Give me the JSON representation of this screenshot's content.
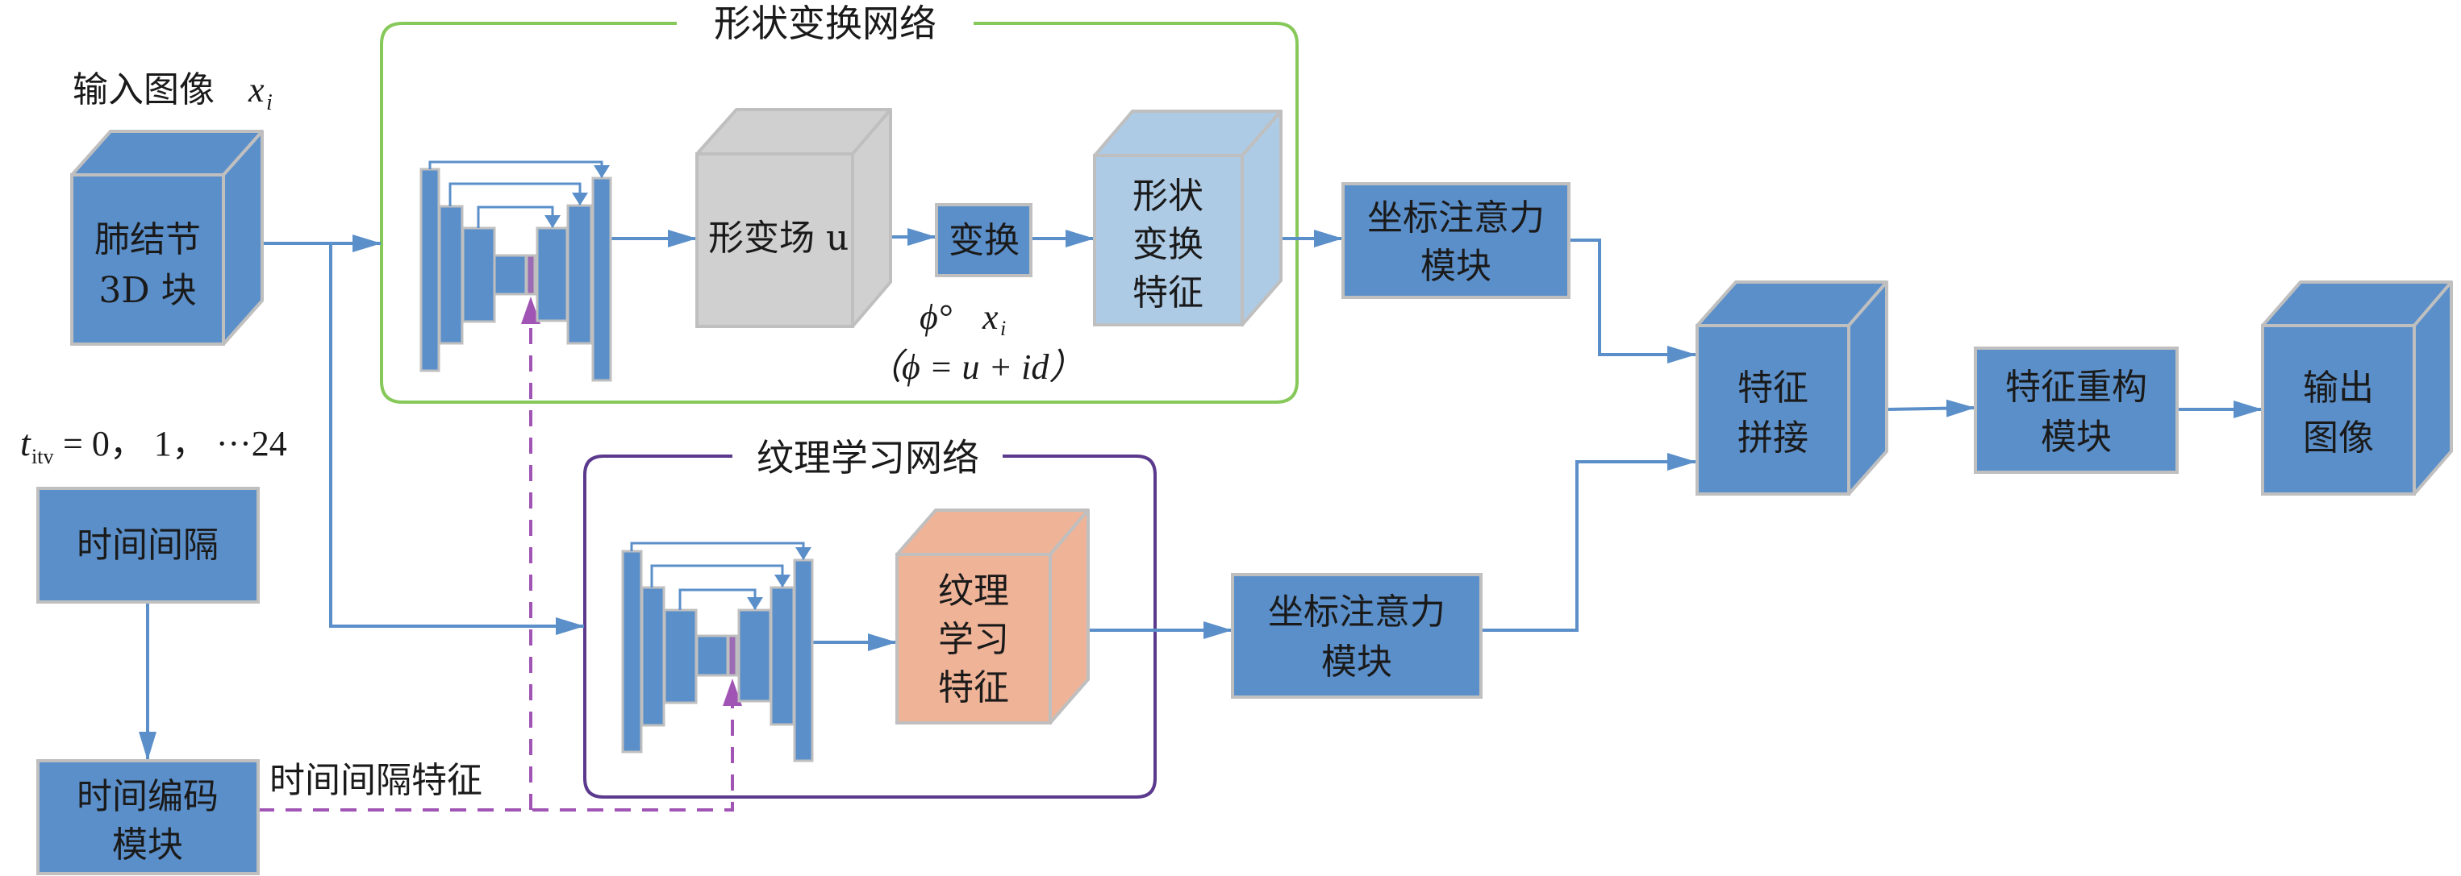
{
  "colors": {
    "module_blue": "#5b8fc9",
    "shape_feature_blue": "#aecbe5",
    "deformation_grey": "#d0d0d0",
    "texture_orange": "#efb398",
    "shape_network_border": "#86c95a",
    "texture_network_border": "#5b3a8e",
    "time_feature_dashed": "#a055b4",
    "edge_grey": "#bfbfbf"
  },
  "input": {
    "label": "输入图像",
    "var": "x",
    "sub": "i",
    "cube_line1": "肺结节",
    "cube_line2": "3D 块"
  },
  "time": {
    "t_var": "t",
    "t_sub": "itv",
    "t_values": " = 0， 1， ···24",
    "interval_box": "时间间隔",
    "encode_line1": "时间编码",
    "encode_line2": "模块",
    "feature_label": "时间间隔特征"
  },
  "shape_network": {
    "title": "形状变换网络",
    "deform_field": "形变场 u",
    "transform": "变换",
    "compose_phi": "ϕ°",
    "compose_x": "x",
    "compose_sub": "i",
    "equation": "（ϕ = u + id）",
    "feature_line1": "形状",
    "feature_line2": "变换",
    "feature_line3": "特征"
  },
  "texture_network": {
    "title": "纹理学习网络",
    "feature_line1": "纹理",
    "feature_line2": "学习",
    "feature_line3": "特征"
  },
  "coord_attention_1": {
    "line1": "坐标注意力",
    "line2": "模块"
  },
  "coord_attention_2": {
    "line1": "坐标注意力",
    "line2": "模块"
  },
  "concat": {
    "line1": "特征",
    "line2": "拼接"
  },
  "reconstruct": {
    "line1": "特征重构",
    "line2": "模块"
  },
  "output": {
    "line1": "输出",
    "line2": "图像"
  }
}
